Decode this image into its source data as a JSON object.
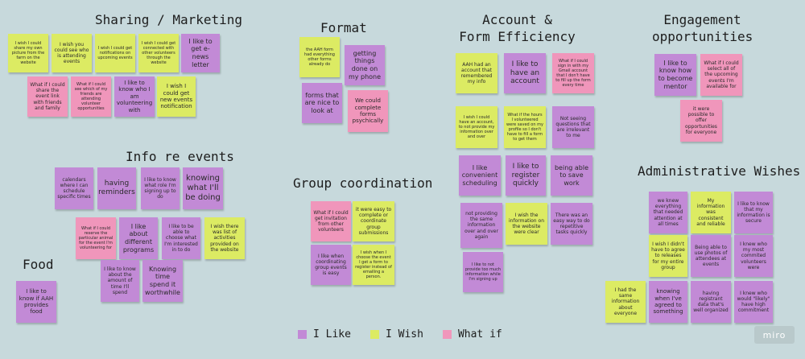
{
  "board": {
    "sections": {
      "sharing": "Sharing / Marketing",
      "format": "Format",
      "account": [
        "Account &",
        "Form Efficiency"
      ],
      "engagement": [
        "Engagement",
        "opportunities"
      ],
      "events": "Info re events",
      "group": "Group coordination",
      "food": "Food",
      "admin": "Administrative Wishes"
    },
    "notes": {
      "share_picture": "I wish I could share my own picture from the farm on the website",
      "see_attending": "I wish you could see who is attending events",
      "notif_events": "I wish I could get notifications on upcoming events",
      "connect_volunteers": "I wish I could get connected with other volunteers through the website",
      "enews": "I like to get e-news letter",
      "share_link": "What if I could share the event link with friends and family",
      "friends_attending": "What if I could see which of my friends are attending volunteer opportunities",
      "know_who": "I like to know who I am volunteering with",
      "new_events": "I wish I could get new events notification",
      "form_all_info": "the AAH form had everything other forms already do",
      "phone": "getting things done on my phone",
      "nice_forms": "forms that are nice to look at",
      "psychic_forms": "We could complete forms psychically",
      "remembered": "AAH had an account that remembered my info",
      "have_account": "I like to have an account",
      "gmail_signin": "What if I could sign in with my Gmail account that I don't have to fill up the form every time",
      "account_no_info": "I wish I could have an account, to not provide my information over and over",
      "hours_saved": "What if the hours I volunteered were saved on my profile so I don't have to fill a form to get them",
      "irrelevant_q": "Not seeing questions that are irrelevant to me",
      "convenient": "I like convenient scheduling",
      "register_quick": "I like to register quickly",
      "save_work": "being able to save work",
      "same_info": "not providing the same information over and over again",
      "clear_info": "I wish the information on the website were clear",
      "repetitive": "There was an easy way to do repetitive tasks quickly",
      "too_much_info": "I like to not provide too much information while I'm signing up",
      "mentor": "I like to know how to become mentor",
      "select_all": "What if I could select all of the upcoming events I'm available for",
      "offer_opps": "it were possible to offer opportunities for everyone",
      "calendars": "calendars where I can schedule specific times",
      "reminders": "having reminders",
      "role": "I like to know what role I'm signing up to do",
      "what_doing": "knowing what I'll be doing",
      "reserve_animal": "What if I could reserve the particular animal for the event I'm volunteering for",
      "programs": "I like about different programs",
      "choose_interest": "I like to be able to choose what I'm interested in to do",
      "activity_list": "I wish there was list of activities provided on the website",
      "time_spend": "I like to know about the amount of time I'll spend",
      "worthwhile": "Knowing time spend it worthwhile",
      "invitation": "What if I could get invitation from other volunteers",
      "group_submit": "it were easy to complete or coordinate group submissions",
      "coord_easy": "I like when coordinating group events is easy",
      "email_form": "I wish when I choose the event I get a form to register instead of emailing a person.",
      "food_info": "I like to know if AAH provides food",
      "needed_attention": "we knew everything that needed attention at all times",
      "consistent": "My information was consistent and reliable",
      "info_secure": "I like to know that my information is secure",
      "wish_register": "I wish I didn't have to agree to releases for my entire group",
      "photos": "Being able to use photos of attendees at events",
      "committed": "I knew who my most commited volunteers were",
      "same_info_everyone": "I had the same information about everyone",
      "agreed_something": "knowing when I've agreed to something",
      "registrant_data": "having registrant data that's well organized",
      "likely": "I knew who would \"likely\" have high commitment"
    }
  },
  "legend": [
    {
      "label": "I Like",
      "color": "#c28ad6"
    },
    {
      "label": "I Wish",
      "color": "#dceb63"
    },
    {
      "label": "What if",
      "color": "#f096bb"
    }
  ],
  "brand": "miro"
}
